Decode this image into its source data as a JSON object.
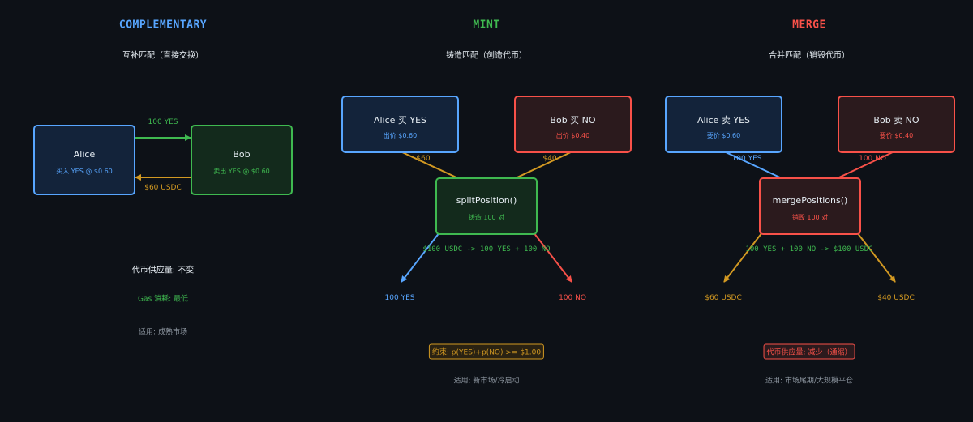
{
  "colors": {
    "blue": "#58a6ff",
    "green": "#3fb950",
    "red": "#f85149",
    "orange": "#d29922",
    "text": "#e6edf3",
    "muted": "#8b949e",
    "bg": "#0d1117"
  },
  "complementary": {
    "title": "COMPLEMENTARY",
    "subtitle": "互补匹配（直接交换）",
    "alice": {
      "name": "Alice",
      "detail": "买入 YES @ $0.60"
    },
    "bob": {
      "name": "Bob",
      "detail": "卖出 YES @ $0.60"
    },
    "flow_top": "100 YES",
    "flow_bottom": "$60 USDC",
    "supply": "代币供应量: 不变",
    "gas": "Gas 消耗: 最低",
    "usage": "适用: 成熟市场"
  },
  "mint": {
    "title": "MINT",
    "subtitle": "铸造匹配（创造代币）",
    "alice": {
      "name": "Alice 买 YES",
      "detail": "出价 $0.60"
    },
    "bob": {
      "name": "Bob 买 NO",
      "detail": "出价 $0.40"
    },
    "alice_flow": "$60",
    "bob_flow": "$40",
    "fn": {
      "name": "splitPosition()",
      "detail": "铸造 100 对"
    },
    "formula": "$100 USDC -> 100 YES + 100 NO",
    "out_left": "100 YES",
    "out_right": "100 NO",
    "constraint": "约束: p(YES)+p(NO) >= $1.00",
    "usage": "适用: 新市场/冷启动"
  },
  "merge": {
    "title": "MERGE",
    "subtitle": "合并匹配（销毁代币）",
    "alice": {
      "name": "Alice 卖 YES",
      "detail": "要价 $0.60"
    },
    "bob": {
      "name": "Bob 卖 NO",
      "detail": "要价 $0.40"
    },
    "alice_flow": "100 YES",
    "bob_flow": "100 NO",
    "fn": {
      "name": "mergePositions()",
      "detail": "销毁 100 对"
    },
    "formula": "100 YES + 100 NO -> $100 USDC",
    "out_left": "$60 USDC",
    "out_right": "$40 USDC",
    "supply": "代币供应量: 减少（通缩）",
    "usage": "适用: 市场尾期/大规模平仓"
  }
}
